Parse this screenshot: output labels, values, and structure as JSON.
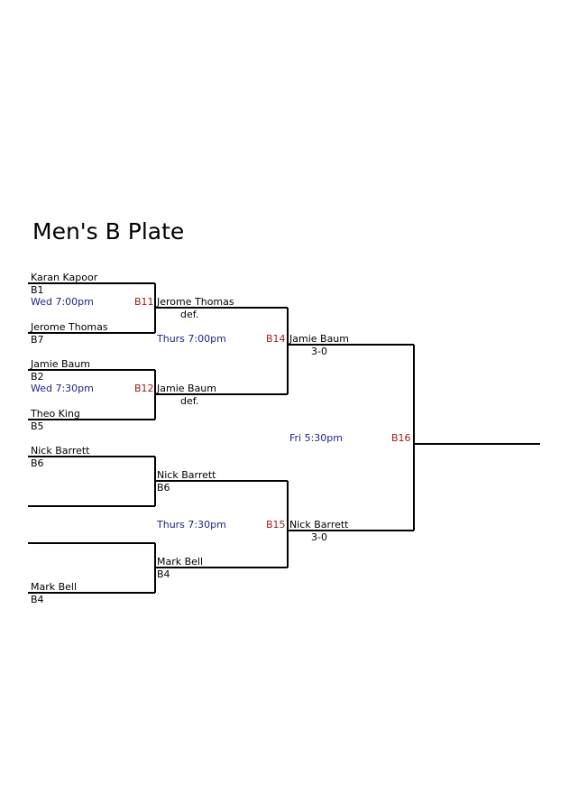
{
  "title": "Men's B Plate",
  "colors": {
    "time": "#1f1f8f",
    "match_id": "#a31a1a",
    "line": "#000000"
  },
  "round1": {
    "slot1": {
      "name": "Karan Kapoor",
      "seed": "B1"
    },
    "slot2": {
      "name": "Jerome Thomas",
      "seed": "B7"
    },
    "slot3": {
      "name": "Jamie Baum",
      "seed": "B2"
    },
    "slot4": {
      "name": "Theo King",
      "seed": "B5"
    },
    "slot5": {
      "name": "Nick Barrett",
      "seed": "B6"
    },
    "slot6": {
      "name": "Mark Bell",
      "seed": "B4"
    }
  },
  "matches": {
    "b11": {
      "id": "B11",
      "time": "Wed 7:00pm",
      "winner": "Jerome Thomas",
      "result": "def."
    },
    "b12": {
      "id": "B12",
      "time": "Wed 7:30pm",
      "winner": "Jamie Baum",
      "result": "def."
    },
    "b14": {
      "id": "B14",
      "time": "Thurs 7:00pm",
      "winner": "Jamie Baum",
      "result": "3-0"
    },
    "b15": {
      "id": "B15",
      "time": "Thurs 7:30pm",
      "winner": "Nick Barrett",
      "result": "3-0"
    },
    "b16": {
      "id": "B16",
      "time": "Fri 5:30pm"
    }
  },
  "round2": {
    "bye1": {
      "name": "Nick Barrett",
      "seed": "B6"
    },
    "bye2": {
      "name": "Mark Bell",
      "seed": "B4"
    }
  }
}
